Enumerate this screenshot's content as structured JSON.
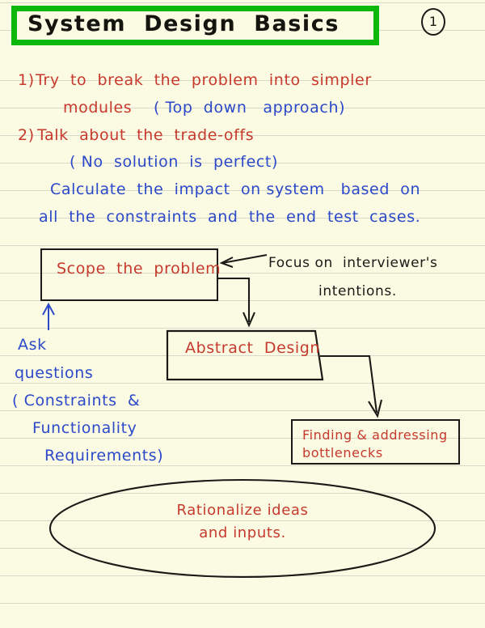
{
  "page": {
    "title": "System  Design  Basics",
    "page_number": "1",
    "paper_color": "#fbfbe4",
    "rule_color": "#d8d8cb",
    "title_border_color": "#0db80d",
    "ink_red": "#c6392c",
    "ink_blue": "#2b49c8",
    "ink_black": "#1a1a16"
  },
  "notes": {
    "items": [
      {
        "marker": "1)",
        "text": "Try  to  break  the  problem  into  simpler",
        "color": "red"
      },
      {
        "marker": "",
        "text": "modules",
        "color": "red"
      },
      {
        "marker": "",
        "text": "( Top  down   approach)",
        "color": "blue"
      },
      {
        "marker": "2)",
        "text": "Talk  about  the  trade-offs",
        "color": "red"
      },
      {
        "marker": "",
        "text": "( No  solution  is  perfect)",
        "color": "blue"
      },
      {
        "marker": "",
        "text": "Calculate  the  impact  on system   based  on",
        "color": "blue"
      },
      {
        "marker": "",
        "text": "all  the  constraints  and  the  end  test  cases.",
        "color": "blue"
      }
    ]
  },
  "diagram": {
    "scope_box": {
      "label": "Scope  the  problem"
    },
    "abstract_box": {
      "label": "Abstract  Design"
    },
    "bottleneck_box": {
      "label": "Finding & addressing\nbottlenecks"
    },
    "ellipse": {
      "label": "Rationalize   ideas\nand  inputs."
    },
    "focus_note": {
      "line1": "Focus on  interviewer's",
      "line2": "intentions."
    },
    "ask_note": {
      "line1": "Ask",
      "line2": "questions",
      "line3": "( Constraints  &",
      "line4": "Functionality",
      "line5": "Requirements)"
    }
  }
}
